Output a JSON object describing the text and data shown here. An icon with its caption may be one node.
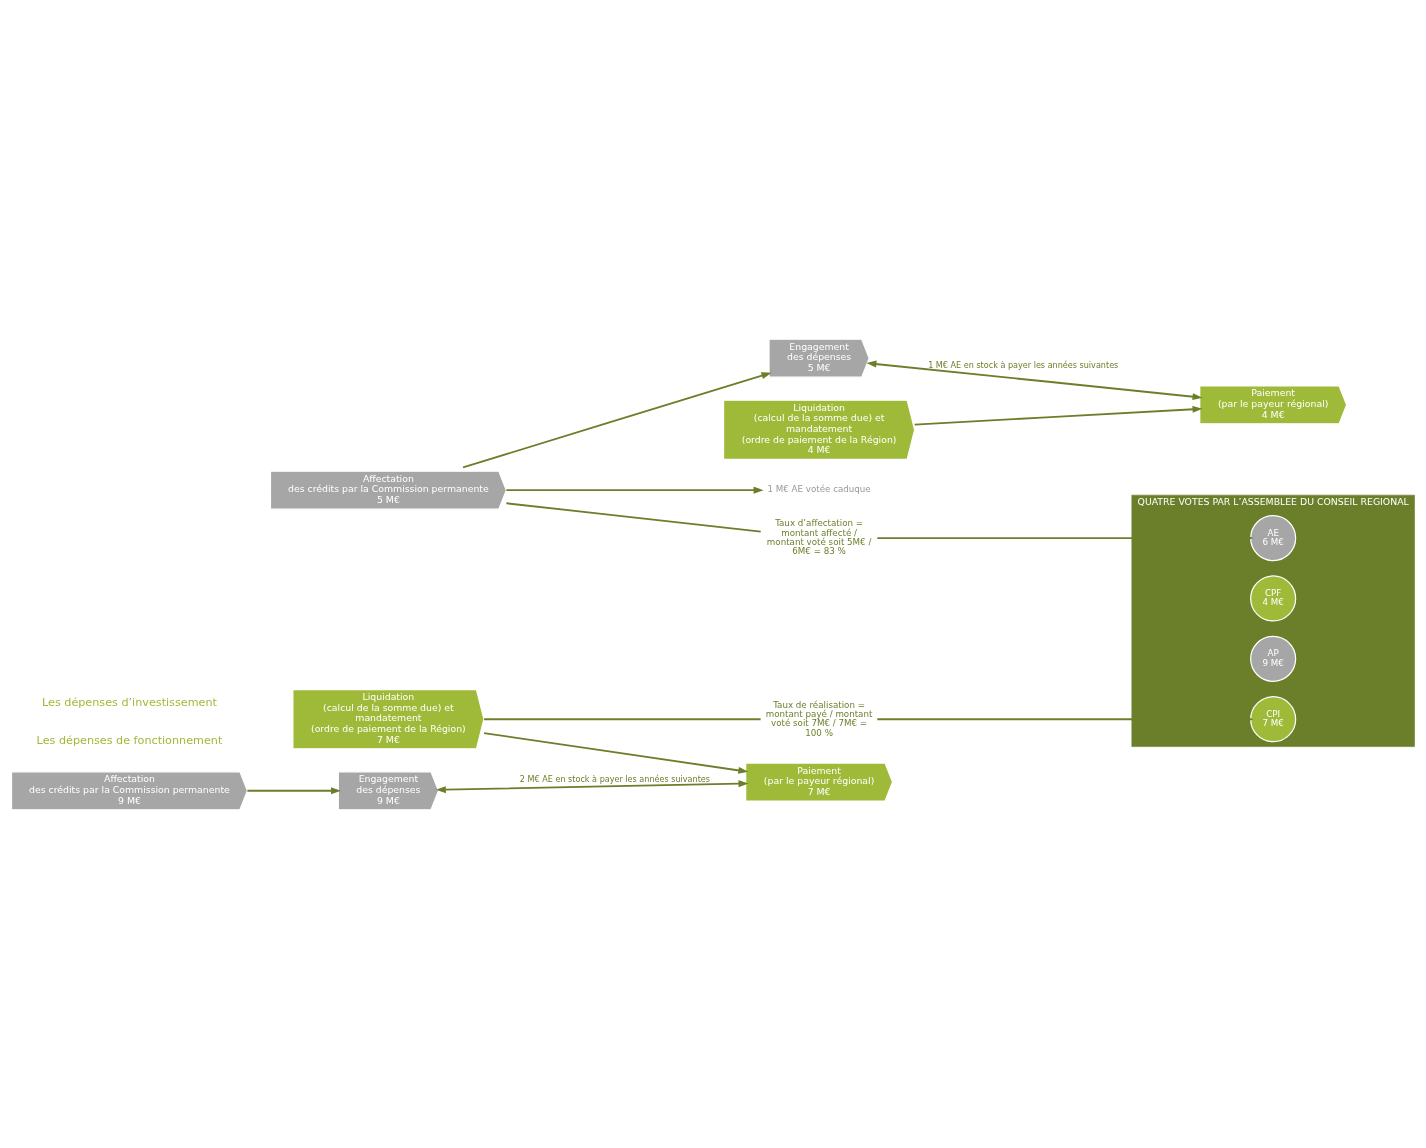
{
  "diagram": {
    "nodes": [
      {
        "text": [
          "QUATRE VOTES PAR L’ASSEMBLEE DU CONSEIL REGIONAL"
        ]
      },
      {
        "text": [
          "AE",
          "6 M€"
        ],
        "in": 0
      },
      {
        "text": [
          "CPF",
          "4 M€"
        ],
        "in": 0
      },
      {
        "text": [
          "AP",
          "9 M€"
        ],
        "in": 0
      },
      {
        "text": [
          "CPI",
          "7 M€"
        ],
        "in": 0
      },
      {
        "text": [
          "Affectation",
          "des crédits par la Commission permanente",
          "5 M€"
        ]
      },
      {
        "text": [
          "Engagement",
          "des dépenses",
          "5 M€"
        ]
      },
      {
        "text": [
          "Liquidation",
          "(calcul de la somme due) et",
          "mandatement",
          "(ordre de paiement de la Région)",
          "4 M€"
        ]
      },
      {
        "text": [
          "Paiement",
          "(par le payeur régional)",
          "4 M€"
        ]
      },
      {
        "text": [
          "Affectation",
          "des crédits par la Commission permanente",
          "9 M€"
        ]
      },
      {
        "text": [
          "Engagement",
          "des dépenses",
          "9 M€"
        ]
      },
      {
        "text": [
          "Liquidation",
          "(calcul de la somme due) et",
          "mandatement",
          "(ordre de paiement de la Région)",
          "7 M€"
        ]
      },
      {
        "text": [
          "Paiement",
          "(par le payeur régional)",
          "7 M€"
        ]
      },
      {
        "text": [
          "Taux d’affectation = montant affecté / montant voté soit 5M€ / 6M€ = 83 %"
        ]
      },
      {
        "text": [
          "1 M€ AE votée caduque"
        ]
      },
      {
        "text": [
          "Taux de réalisation = montant payé / montant voté soit 7M€ / 7M€ = 100 %"
        ]
      }
    ],
    "edges": [
      {
        "from": 5,
        "to": 6,
        "arrow": "to"
      },
      {
        "from": 7,
        "to": 8,
        "arrow": "to"
      },
      {
        "from": 9,
        "to": 10,
        "arrow": "to"
      },
      {
        "from": 11,
        "to": 12,
        "arrow": "to"
      },
      {
        "from": 5,
        "to": 13,
        "arrow": "none"
      },
      {
        "from": 13,
        "to": 1,
        "arrow": "to"
      },
      {
        "from": 5,
        "to": 14,
        "arrow": "to"
      },
      {
        "from": 6,
        "to": 8,
        "arrow": "both",
        "label": "1 M€ AE en stock à payer les années suivantes"
      },
      {
        "from": 10,
        "to": 12,
        "arrow": "both",
        "label": "2 M€ AE en stock à payer les années suivantes"
      },
      {
        "from": 11,
        "to": 15,
        "arrow": "none"
      },
      {
        "from": 15,
        "to": 4,
        "arrow": "to"
      }
    ],
    "labels": [
      "Les dépenses de fonctionnement",
      "Les dépenses d’investissement"
    ]
  }
}
